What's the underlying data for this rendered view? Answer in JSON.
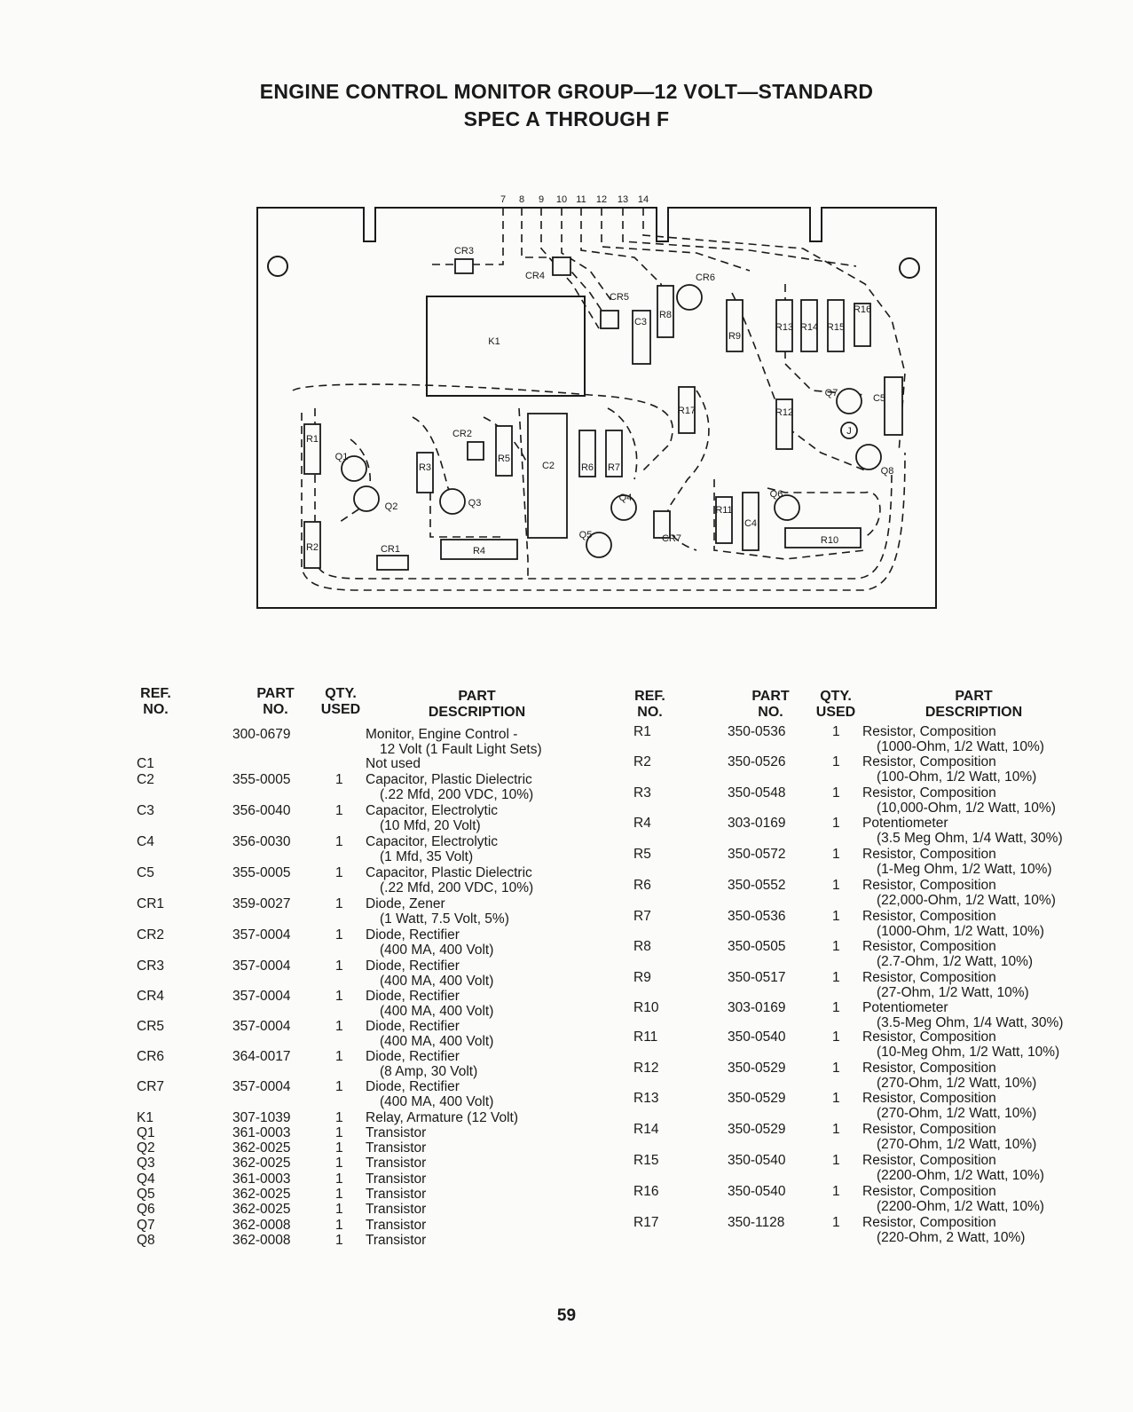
{
  "title_line1": "ENGINE CONTROL MONITOR GROUP—12 VOLT—STANDARD",
  "title_line2": "SPEC A THROUGH F",
  "diagram_labels": {
    "terminals": [
      "7",
      "8",
      "9",
      "10",
      "11",
      "12",
      "13",
      "14"
    ],
    "components": [
      "CR3",
      "CR4",
      "CR5",
      "CR6",
      "K1",
      "C3",
      "R8",
      "R9",
      "R13",
      "R14",
      "R15",
      "R16",
      "R17",
      "Q7",
      "C5",
      "J",
      "Q8",
      "R12",
      "R1",
      "Q1",
      "R3",
      "CR2",
      "R5",
      "C2",
      "R6",
      "R7",
      "Q2",
      "Q3",
      "Q4",
      "Q6",
      "R11",
      "C4",
      "Q5",
      "CR7",
      "R10",
      "R2",
      "CR1",
      "R4"
    ]
  },
  "table_headers": {
    "ref": [
      "REF.",
      "NO."
    ],
    "part": [
      "PART",
      "NO."
    ],
    "qty": [
      "QTY.",
      "USED"
    ],
    "desc": [
      "PART",
      "DESCRIPTION"
    ]
  },
  "left_rows": [
    {
      "ref": "",
      "part": "300-0679",
      "qty": "",
      "desc": "Monitor, Engine Control -",
      "desc2": "12 Volt (1 Fault Light Sets)"
    },
    {
      "ref": "C1",
      "part": "",
      "qty": "",
      "desc": "Not used",
      "desc2": ""
    },
    {
      "ref": "C2",
      "part": "355-0005",
      "qty": "1",
      "desc": "Capacitor, Plastic Dielectric",
      "desc2": "(.22 Mfd, 200 VDC, 10%)"
    },
    {
      "ref": "C3",
      "part": "356-0040",
      "qty": "1",
      "desc": "Capacitor, Electrolytic",
      "desc2": "(10 Mfd, 20 Volt)"
    },
    {
      "ref": "C4",
      "part": "356-0030",
      "qty": "1",
      "desc": "Capacitor, Electrolytic",
      "desc2": "(1 Mfd, 35 Volt)"
    },
    {
      "ref": "C5",
      "part": "355-0005",
      "qty": "1",
      "desc": "Capacitor, Plastic Dielectric",
      "desc2": "(.22 Mfd, 200 VDC, 10%)"
    },
    {
      "ref": "CR1",
      "part": "359-0027",
      "qty": "1",
      "desc": "Diode, Zener",
      "desc2": "(1 Watt, 7.5 Volt, 5%)"
    },
    {
      "ref": "CR2",
      "part": "357-0004",
      "qty": "1",
      "desc": "Diode, Rectifier",
      "desc2": "(400 MA, 400 Volt)"
    },
    {
      "ref": "CR3",
      "part": "357-0004",
      "qty": "1",
      "desc": "Diode, Rectifier",
      "desc2": "(400 MA, 400 Volt)"
    },
    {
      "ref": "CR4",
      "part": "357-0004",
      "qty": "1",
      "desc": "Diode, Rectifier",
      "desc2": "(400 MA, 400 Volt)"
    },
    {
      "ref": "CR5",
      "part": "357-0004",
      "qty": "1",
      "desc": "Diode, Rectifier",
      "desc2": "(400 MA, 400 Volt)"
    },
    {
      "ref": "CR6",
      "part": "364-0017",
      "qty": "1",
      "desc": "Diode, Rectifier",
      "desc2": "(8 Amp, 30 Volt)"
    },
    {
      "ref": "CR7",
      "part": "357-0004",
      "qty": "1",
      "desc": "Diode, Rectifier",
      "desc2": "(400 MA, 400 Volt)"
    },
    {
      "ref": "K1",
      "part": "307-1039",
      "qty": "1",
      "desc": "Relay, Armature (12 Volt)",
      "desc2": ""
    },
    {
      "ref": "Q1",
      "part": "361-0003",
      "qty": "1",
      "desc": "Transistor",
      "desc2": ""
    },
    {
      "ref": "Q2",
      "part": "362-0025",
      "qty": "1",
      "desc": "Transistor",
      "desc2": ""
    },
    {
      "ref": "Q3",
      "part": "362-0025",
      "qty": "1",
      "desc": "Transistor",
      "desc2": ""
    },
    {
      "ref": "Q4",
      "part": "361-0003",
      "qty": "1",
      "desc": "Transistor",
      "desc2": ""
    },
    {
      "ref": "Q5",
      "part": "362-0025",
      "qty": "1",
      "desc": "Transistor",
      "desc2": ""
    },
    {
      "ref": "Q6",
      "part": "362-0025",
      "qty": "1",
      "desc": "Transistor",
      "desc2": ""
    },
    {
      "ref": "Q7",
      "part": "362-0008",
      "qty": "1",
      "desc": "Transistor",
      "desc2": ""
    },
    {
      "ref": "Q8",
      "part": "362-0008",
      "qty": "1",
      "desc": "Transistor",
      "desc2": ""
    }
  ],
  "right_rows": [
    {
      "ref": "R1",
      "part": "350-0536",
      "qty": "1",
      "desc": "Resistor, Composition",
      "desc2": "(1000-Ohm, 1/2 Watt, 10%)"
    },
    {
      "ref": "R2",
      "part": "350-0526",
      "qty": "1",
      "desc": "Resistor, Composition",
      "desc2": "(100-Ohm, 1/2 Watt, 10%)"
    },
    {
      "ref": "R3",
      "part": "350-0548",
      "qty": "1",
      "desc": "Resistor, Composition",
      "desc2": "(10,000-Ohm, 1/2 Watt, 10%)"
    },
    {
      "ref": "R4",
      "part": "303-0169",
      "qty": "1",
      "desc": "Potentiometer",
      "desc2": "(3.5 Meg Ohm, 1/4 Watt, 30%)"
    },
    {
      "ref": "R5",
      "part": "350-0572",
      "qty": "1",
      "desc": "Resistor, Composition",
      "desc2": "(1-Meg Ohm, 1/2 Watt, 10%)"
    },
    {
      "ref": "R6",
      "part": "350-0552",
      "qty": "1",
      "desc": "Resistor, Composition",
      "desc2": "(22,000-Ohm, 1/2 Watt, 10%)"
    },
    {
      "ref": "R7",
      "part": "350-0536",
      "qty": "1",
      "desc": "Resistor, Composition",
      "desc2": "(1000-Ohm, 1/2 Watt, 10%)"
    },
    {
      "ref": "R8",
      "part": "350-0505",
      "qty": "1",
      "desc": "Resistor, Composition",
      "desc2": "(2.7-Ohm, 1/2 Watt, 10%)"
    },
    {
      "ref": "R9",
      "part": "350-0517",
      "qty": "1",
      "desc": "Resistor, Composition",
      "desc2": "(27-Ohm, 1/2 Watt, 10%)"
    },
    {
      "ref": "R10",
      "part": "303-0169",
      "qty": "1",
      "desc": "Potentiometer",
      "desc2": "(3.5-Meg Ohm, 1/4 Watt, 30%)"
    },
    {
      "ref": "R11",
      "part": "350-0540",
      "qty": "1",
      "desc": "Resistor, Composition",
      "desc2": "(10-Meg Ohm, 1/2 Watt, 10%)"
    },
    {
      "ref": "R12",
      "part": "350-0529",
      "qty": "1",
      "desc": "Resistor, Composition",
      "desc2": "(270-Ohm, 1/2 Watt, 10%)"
    },
    {
      "ref": "R13",
      "part": "350-0529",
      "qty": "1",
      "desc": "Resistor, Composition",
      "desc2": "(270-Ohm, 1/2 Watt, 10%)"
    },
    {
      "ref": "R14",
      "part": "350-0529",
      "qty": "1",
      "desc": "Resistor, Composition",
      "desc2": "(270-Ohm, 1/2 Watt, 10%)"
    },
    {
      "ref": "R15",
      "part": "350-0540",
      "qty": "1",
      "desc": "Resistor, Composition",
      "desc2": "(2200-Ohm, 1/2 Watt, 10%)"
    },
    {
      "ref": "R16",
      "part": "350-0540",
      "qty": "1",
      "desc": "Resistor, Composition",
      "desc2": "(2200-Ohm, 1/2 Watt, 10%)"
    },
    {
      "ref": "R17",
      "part": "350-1128",
      "qty": "1",
      "desc": "Resistor, Composition",
      "desc2": "(220-Ohm, 2 Watt, 10%)"
    }
  ],
  "page_number": "59"
}
